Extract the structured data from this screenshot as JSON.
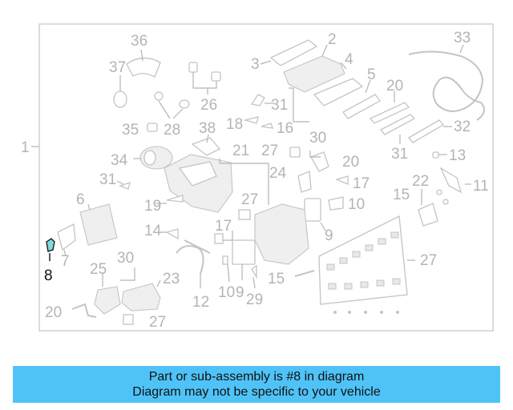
{
  "diagram": {
    "frame_label": "1",
    "highlighted_part": "8",
    "parts": [
      {
        "id": "p2",
        "text": "2"
      },
      {
        "id": "p3",
        "text": "3"
      },
      {
        "id": "p4",
        "text": "4"
      },
      {
        "id": "p5",
        "text": "5"
      },
      {
        "id": "p6",
        "text": "6"
      },
      {
        "id": "p7",
        "text": "7"
      },
      {
        "id": "p8",
        "text": "8"
      },
      {
        "id": "p9a",
        "text": "9"
      },
      {
        "id": "p9b",
        "text": "9"
      },
      {
        "id": "p10a",
        "text": "10"
      },
      {
        "id": "p10b",
        "text": "10"
      },
      {
        "id": "p11",
        "text": "11"
      },
      {
        "id": "p12",
        "text": "12"
      },
      {
        "id": "p13",
        "text": "13"
      },
      {
        "id": "p14",
        "text": "14"
      },
      {
        "id": "p15a",
        "text": "15"
      },
      {
        "id": "p15b",
        "text": "15"
      },
      {
        "id": "p16",
        "text": "16"
      },
      {
        "id": "p17a",
        "text": "17"
      },
      {
        "id": "p17b",
        "text": "17"
      },
      {
        "id": "p18",
        "text": "18"
      },
      {
        "id": "p19",
        "text": "19"
      },
      {
        "id": "p20a",
        "text": "20"
      },
      {
        "id": "p20b",
        "text": "20"
      },
      {
        "id": "p20c",
        "text": "20"
      },
      {
        "id": "p21",
        "text": "21"
      },
      {
        "id": "p22",
        "text": "22"
      },
      {
        "id": "p23",
        "text": "23"
      },
      {
        "id": "p24",
        "text": "24"
      },
      {
        "id": "p25",
        "text": "25"
      },
      {
        "id": "p26",
        "text": "26"
      },
      {
        "id": "p27a",
        "text": "27"
      },
      {
        "id": "p27b",
        "text": "27"
      },
      {
        "id": "p27c",
        "text": "27"
      },
      {
        "id": "p27d",
        "text": "27"
      },
      {
        "id": "p28",
        "text": "28"
      },
      {
        "id": "p29",
        "text": "29"
      },
      {
        "id": "p30a",
        "text": "30"
      },
      {
        "id": "p30b",
        "text": "30"
      },
      {
        "id": "p31a",
        "text": "31"
      },
      {
        "id": "p31b",
        "text": "31"
      },
      {
        "id": "p31c",
        "text": "31"
      },
      {
        "id": "p32",
        "text": "32"
      },
      {
        "id": "p33",
        "text": "33"
      },
      {
        "id": "p34",
        "text": "34"
      },
      {
        "id": "p35",
        "text": "35"
      },
      {
        "id": "p36",
        "text": "36"
      },
      {
        "id": "p37",
        "text": "37"
      },
      {
        "id": "p38",
        "text": "38"
      }
    ]
  },
  "banner": {
    "line1": "Part or sub-assembly is #8 in diagram",
    "line2": "Diagram may not be specific to your vehicle"
  },
  "colors": {
    "banner_bg": "#4fc3f7",
    "faded_label": "#b4b4b4",
    "highlight_label": "#111111",
    "highlight_part_fill": "#7fd8dc"
  }
}
